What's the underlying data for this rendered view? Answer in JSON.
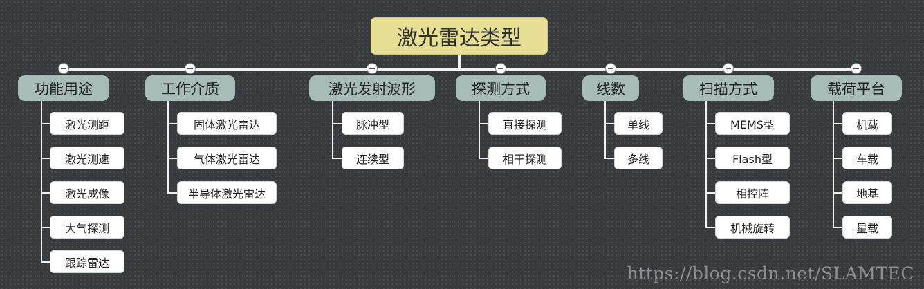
{
  "root": "激光雷达类型",
  "categories": [
    {
      "label": "功能用途",
      "items": [
        "激光测距",
        "激光测速",
        "激光成像",
        "大气探测",
        "跟踪雷达"
      ]
    },
    {
      "label": "工作介质",
      "items": [
        "固体激光雷达",
        "气体激光雷达",
        "半导体激光雷达"
      ]
    },
    {
      "label": "激光发射波形",
      "items": [
        "脉冲型",
        "连续型"
      ]
    },
    {
      "label": "探测方式",
      "items": [
        "直接探测",
        "相干探测"
      ]
    },
    {
      "label": "线数",
      "items": [
        "单线",
        "多线"
      ]
    },
    {
      "label": "扫描方式",
      "items": [
        "MEMS型",
        "Flash型",
        "相控阵",
        "机械旋转"
      ]
    },
    {
      "label": "载荷平台",
      "items": [
        "机载",
        "车载",
        "地基",
        "星载"
      ]
    }
  ],
  "watermark": "https://blog.csdn.net/SLAMTEC",
  "colors": {
    "background": "#383b3e",
    "root_fill": "#e6de93",
    "category_fill": "#a8bcb7",
    "item_fill": "#ffffff",
    "connector": "#f2f2f2"
  }
}
